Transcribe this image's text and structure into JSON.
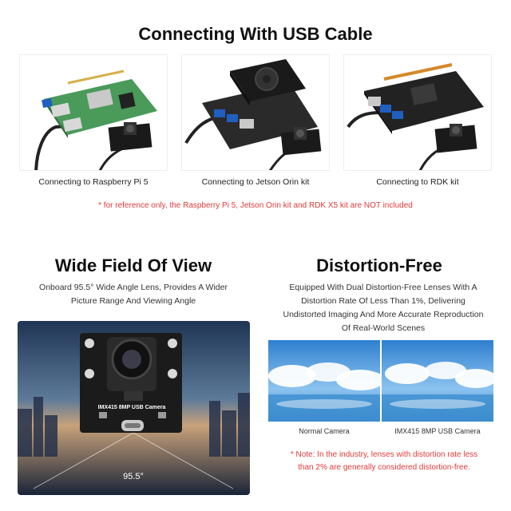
{
  "header": {
    "title": "Connecting With USB Cable"
  },
  "connections": [
    {
      "caption": "Connecting to Raspberry Pi 5"
    },
    {
      "caption": "Connecting to Jetson Orin kit"
    },
    {
      "caption": "Connecting to RDK kit"
    }
  ],
  "disclaimer": "* for reference only, the Raspberry Pi 5, Jetson Orin kit and RDK X5 kit are NOT included",
  "wide_fov": {
    "title": "Wide Field Of View",
    "description_line1": "Onboard 95.5° Wide Angle Lens, Provides A Wider",
    "description_line2": "Picture Range And Viewing Angle",
    "angle_label": "95.5°",
    "board_label": "IMX415 8MP USB Camera"
  },
  "distortion_free": {
    "title": "Distortion-Free",
    "description_line1": "Equipped With Dual Distortion-Free Lenses With A",
    "description_line2": "Distortion Rate Of Less Than 1%, Delivering",
    "description_line3": "Undistorted Imaging And More Accurate Reproduction",
    "description_line4": "Of Real-World Scenes",
    "left_caption": "Normal Camera",
    "right_caption": "IMX415 8MP USB Camera",
    "note_line1": "* Note: In the industry, lenses with distortion rate less",
    "note_line2": "than 2% are generally considered distortion-free."
  },
  "colors": {
    "accent_red": "#e03a3a",
    "pcb_green": "#4a9a5a",
    "pcb_black": "#1a1a1a"
  }
}
